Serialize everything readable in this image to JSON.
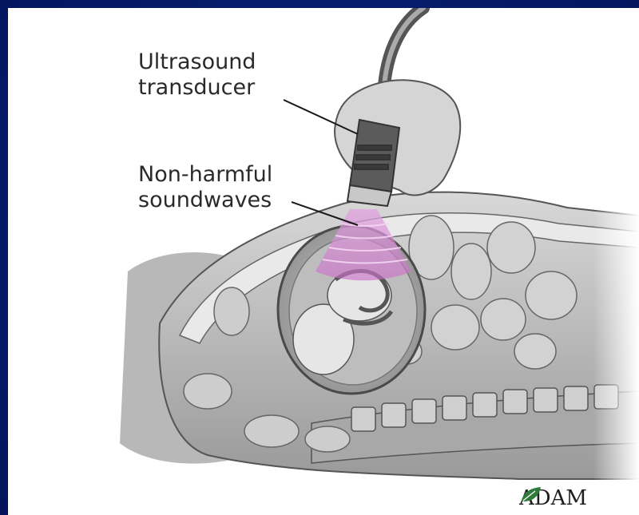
{
  "labels": {
    "transducer_line1": "Ultrasound",
    "transducer_line2": "transducer",
    "soundwaves_line1": "Non-harmful",
    "soundwaves_line2": "soundwaves"
  },
  "logo": {
    "text": "ADAM",
    "icon": "leaf-icon"
  },
  "colors": {
    "background": "#041860",
    "panel": "#ffffff",
    "soundwave": "#d98ad8",
    "anatomy": "#8c8c8c",
    "leader_line": "#1a1a1a",
    "logo_leaf": "#2f7a3a"
  }
}
